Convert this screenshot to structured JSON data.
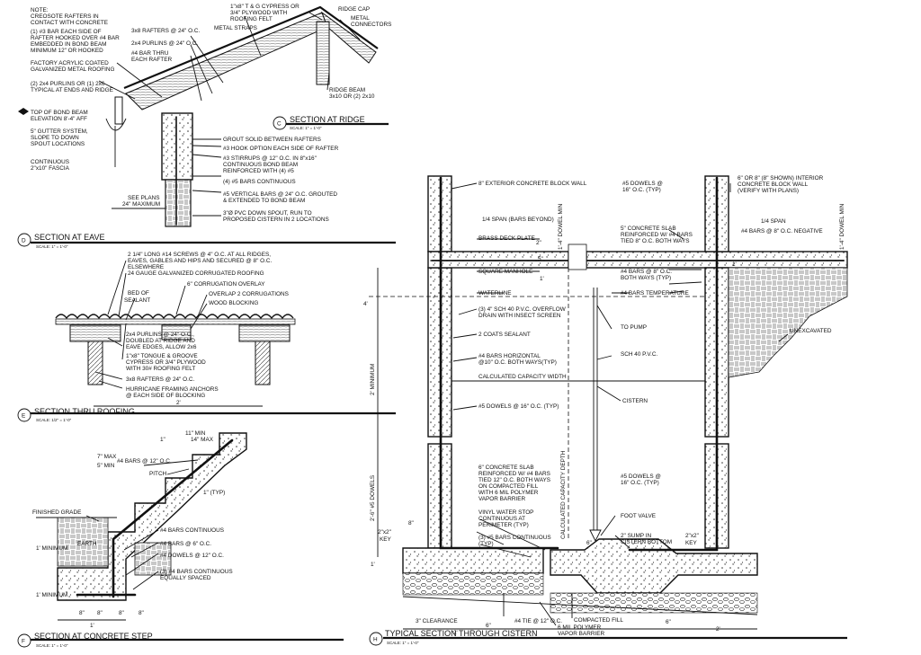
{
  "sections": {
    "ridge": {
      "letter": "C",
      "title": "SECTION AT RIDGE",
      "scale": "SCALE: 1\" = 1'-0\"",
      "labels": {
        "note1": "NOTE:",
        "note2": "CREOSOTE RAFTERS IN",
        "note3": "CONTACT WITH CONCRETE",
        "bar1": "(1) #3 BAR EACH SIDE OF",
        "bar2": "RAFTER HOOKED OVER #4 BAR",
        "bar3": "EMBEDDED IN BOND BEAM",
        "bar4": "MINIMUM 12\" OR HOOKED",
        "acryl1": "FACTORY ACRYLIC COATED",
        "acryl2": "GALVANIZED METAL ROOFING",
        "purl1": "(2) 2x4 PURLINS OR (1) 2x6",
        "purl2": "TYPICAL AT ENDS AND RIDGE",
        "bond1": "TOP OF BOND BEAM",
        "bond2": "ELEVATION 8'-4\" AFF",
        "gut1": "5\" GUTTER SYSTEM,",
        "gut2": "SLOPE TO DOWN",
        "gut3": "SPOUT LOCATIONS",
        "fas1": "CONTINUOUS",
        "fas2": "2\"x10\" FASCIA",
        "raft": "3x8 RAFTERS @ 24\" O.C.",
        "purl24": "2x4 PURLINS @ 24\" O.C.",
        "thru1": "#4 BAR THRU",
        "thru2": "EACH RAFTER",
        "tg1": "1\"x8\" T & G CYPRESS OR",
        "tg2": "3/4\" PLYWOOD WITH",
        "tg3": "ROOFING FELT",
        "straps": "METAL STRAPS",
        "cap": "RIDGE CAP",
        "conn1": "METAL",
        "conn2": "CONNECTORS",
        "rb1": "RIDGE BEAM",
        "rb2": "3x10 OR (2) 2x10",
        "grout": "GROUT SOLID BETWEEN RAFTERS",
        "hook": "#3 HOOK OPTION EACH SIDE OF RAFTER",
        "stir1": "#3 STIRRUPS @ 12\" O.C. IN 8\"x16\"",
        "stir2": "CONTINUOUS BOND BEAM",
        "stir3": "REINFORCED WITH (4) #5",
        "cont": "(4) #5 BARS CONTINUOUS",
        "vert1": "#5 VERTICAL BARS @ 24\" O.C. GROUTED",
        "vert2": "& EXTENDED TO BOND BEAM",
        "pvc1": "3\"Ø PVC DOWN SPOUT, RUN TO",
        "pvc2": "PROPOSED CISTERN IN 2 LOCATIONS",
        "plans1": "SEE PLANS",
        "plans2": "24\" MAXIMUM"
      }
    },
    "eave": {
      "letter": "D",
      "title": "SECTION AT EAVE",
      "scale": "SCALE: 1\" = 1'-0\""
    },
    "roofing": {
      "letter": "E",
      "title": "SECTION THRU ROOFING",
      "scale": "SCALE: 1/2\" = 1'-0\"",
      "labels": {
        "scr1": "2 1/4\" LONG #14 SCREWS @ 4\" O.C. AT ALL RIDGES,",
        "scr2": "EAVES, GABLES AND HIPS AND SECURED @ 8\" O.C.",
        "scr3": "ELSEWHERE",
        "gauge": "24 GAUGE GALVANIZED CORRUGATED ROOFING",
        "corr": "6\" CORRUGATION OVERLAY",
        "bed1": "BED OF",
        "bed2": "SEALANT",
        "ovl": "OVERLAP 2 CORRUGATIONS",
        "block": "WOOD BLOCKING",
        "p1": "2x4 PURLINS @ 24\" O.C.,",
        "p2": "DOUBLED AT RIDGE AND",
        "p3": "EAVE EDGES, ALLOW 2x6",
        "t1": "1\"x8\" TONGUE & GROOVE",
        "t2": "CYPRESS OR 3/4\" PLYWOOD",
        "t3": "WITH 30# ROOFING FELT",
        "raft": "3x8 RAFTERS @ 24\" O.C.",
        "hur1": "HURRICANE FRAMING ANCHORS",
        "hur2": "@ EACH SIDE OF BLOCKING",
        "dim": "2'"
      }
    },
    "step": {
      "letter": "F",
      "title": "SECTION AT CONCRETE STEP",
      "scale": "SCALE: 1\" = 1'-0\"",
      "labels": {
        "min11": "11\" MIN",
        "max14": "14\" MAX",
        "one": "1\"",
        "bars12": "#4 BARS @ 12\" O.C.",
        "max7": "7\" MAX",
        "min5": "5\" MIN",
        "pitch": "PITCH",
        "typ": "1\" (TYP)",
        "grade": "FINISHED GRADE",
        "earth": "EARTH",
        "cont": "#4 BARS CONTINUOUS",
        "bars6": "#4 BARS @ 6\" O.C.",
        "dow12": "#4 DOWELS @ 12\" O.C.",
        "cont3a": "(3) #4 BARS CONTINUOUS",
        "cont3b": "EQUALLY SPACED",
        "min1a": "1' MINIMUM",
        "min1b": "1' MINIMUM",
        "d8a": "8\"",
        "d8b": "8\"",
        "d8c": "8\"",
        "d8d": "8\"",
        "d1": "1'"
      }
    },
    "cistern": {
      "letter": "H",
      "title": "TYPICAL SECTION THROUGH CISTERN",
      "scale": "SCALE: 1\" = 1'-0\"",
      "labels": {
        "ext": "8\" EXTERIOR CONCRETE BLOCK WALL",
        "span1": "1/4 SPAN  (BARS BEYOND)",
        "brass": "BRASS DECK PLATE",
        "manhole": "SQUARE MANHOLE",
        "water": "WATERLINE",
        "drain1": "(3) 4\" SCH 40 P.V.C. OVERFLOW",
        "drain2": "DRAIN WITH INSECT SCREEN",
        "seal": "2 COATS SEALANT",
        "horiz1": "#4  BARS HORIZONTAL",
        "horiz2": "@10\" O.C. BOTH WAYS(TYP)",
        "width": "CALCULATED CAPACITY WIDTH",
        "dow16": "#5 DOWELS @ 16\" O.C. (TYP)",
        "slab1": "6\" CONCRETE SLAB",
        "slab2": "REINFORCED W/ #4 BARS",
        "slab3": "TIED 12\"  O.C. BOTH WAYS",
        "slab4": "ON COMPACTED FILL",
        "slab5": "WITH 6 MIL POLYMER",
        "slab6": "VAPOR BARRIER",
        "stop1": "VINYL WATER STOP",
        "stop2": "CONTINUOUS AT",
        "stop3": "PERIMETER (TYP)",
        "cont1": "(3) #5 BARS CONTINUOUS",
        "cont2": "(TYP)",
        "fill": "COMPACTED FILL",
        "poly1": "6 MIL POLYMER",
        "poly2": "VAPOR BARRIER",
        "tie": "#4 TIE @ 12\" O.C.",
        "clear": "3\" CLEARANCE",
        "depth": "CALCULATED CAPACITY DEPTH",
        "int1": "6\" OR 8\" (8\" SHOWN) INTERIOR",
        "int2": "CONCRETE BLOCK WALL",
        "int3": "(VERIFY WITH PLANS)",
        "rdow1": "#5 DOWELS @",
        "rdow2": "16\" O.C. (TYP)",
        "span2": "1/4 SPAN",
        "rslab1": "5\" CONCRETE SLAB",
        "rslab2": "REINFORCED W/ #4 BARS",
        "rslab3": "TIED 8\" O.C. BOTH WAYS",
        "neg": "#4 BARS @ 8\" O.C. NEGATIVE",
        "both1": "#4 BARS @ 8\" O.C.",
        "both2": "BOTH WAYS (TYP)",
        "temp": "#4 BARS TEMPERATURE",
        "pump": "TO PUMP",
        "unexc": "UNEXCAVATED",
        "sch": "SCH 40 P.V.C.",
        "cistern": "CISTERN",
        "ldow1": "#5 DOWELS @",
        "ldow2": "16\" O.C. (TYP)",
        "foot": "FOOT VALVE",
        "sump1": "2\" SUMP IN",
        "sump2": "CISTERN BOTTOM",
        "key1": "2\"x2\"",
        "key2": "KEY",
        "key3": "2\"x2\"",
        "key4": "KEY",
        "dowmin1": "1'-4\" DOWEL MIN",
        "dowmin2": "1'-4\" DOWEL MIN",
        "min2": "2' MINIMUM",
        "dow25": "2'-6\" #5 DOWELS",
        "d8": "8\"",
        "d2": "2\"",
        "d6a": "6\"",
        "d2b": "2'",
        "d6b": "6\"",
        "d2c": "2'",
        "d4": "4'",
        "d5": "5\"",
        "d1": "1'",
        "d1b": "1'",
        "d6c": "6\"",
        "dcol": "1'"
      }
    }
  }
}
